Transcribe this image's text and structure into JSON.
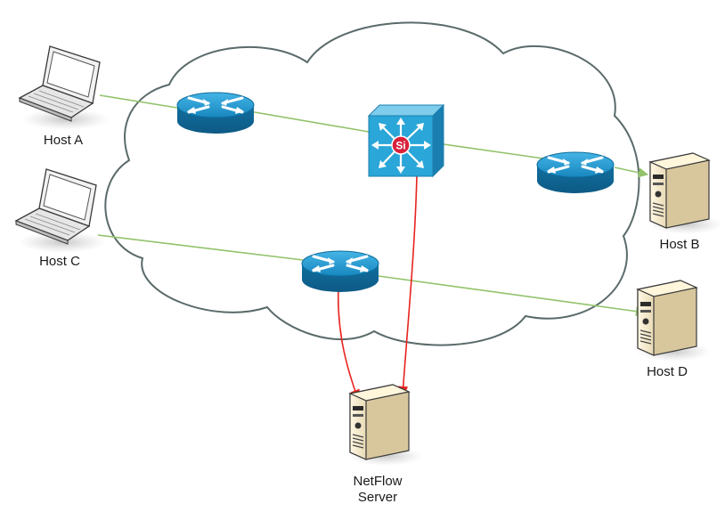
{
  "nodes": {
    "host_a": {
      "label": "Host A"
    },
    "host_b": {
      "label": "Host B"
    },
    "host_c": {
      "label": "Host C"
    },
    "host_d": {
      "label": "Host D"
    },
    "netflow_server": {
      "label_line1": "NetFlow",
      "label_line2": "Server"
    },
    "core_switch": {
      "label": "Si"
    }
  },
  "edges": [
    {
      "from": "host_a",
      "to": "router_top_left",
      "type": "traffic"
    },
    {
      "from": "router_top_left",
      "to": "core_switch",
      "type": "traffic"
    },
    {
      "from": "core_switch",
      "to": "router_right",
      "type": "traffic"
    },
    {
      "from": "router_right",
      "to": "host_b",
      "type": "traffic"
    },
    {
      "from": "host_c",
      "to": "router_bottom",
      "type": "traffic"
    },
    {
      "from": "router_bottom",
      "to": "host_d",
      "type": "traffic"
    },
    {
      "from": "core_switch",
      "to": "netflow_server",
      "type": "netflow-export"
    },
    {
      "from": "router_bottom",
      "to": "netflow_server",
      "type": "netflow-export"
    }
  ],
  "colors": {
    "traffic_line": "#92c36b",
    "netflow_line": "#e8231e",
    "cloud_stroke": "#5a6a6a",
    "router_blue": "#1f8fc4",
    "switch_blue": "#2aa6d8",
    "si_red": "#d8213a"
  }
}
